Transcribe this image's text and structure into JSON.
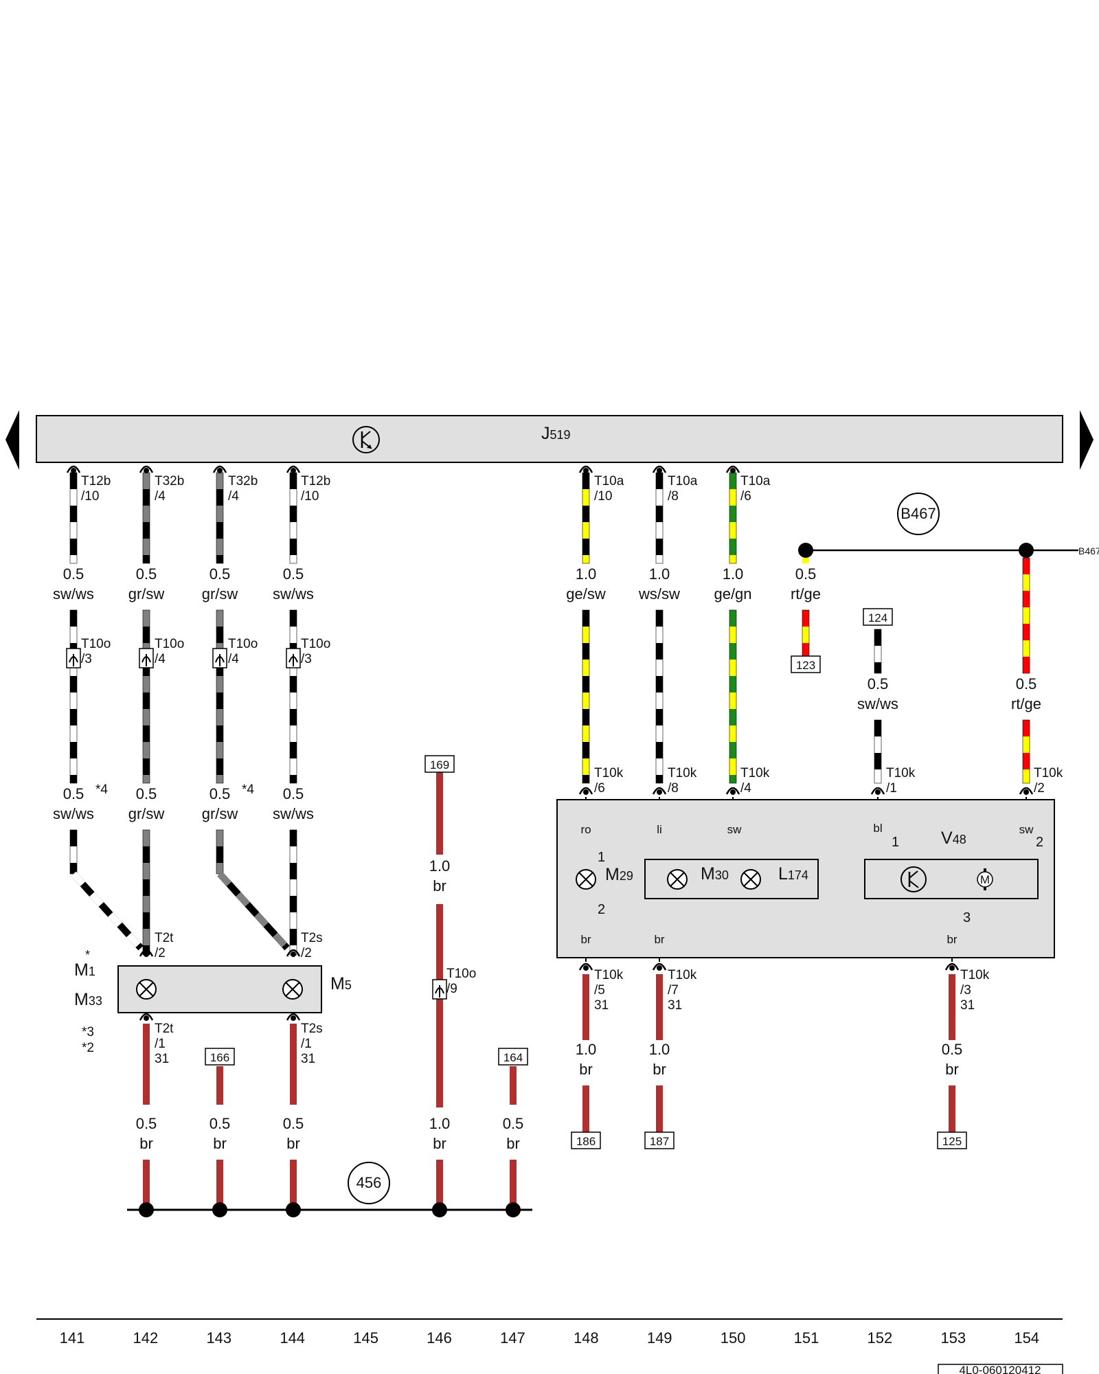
{
  "control_unit": {
    "name": "J",
    "sub": "519"
  },
  "components": {
    "m1": "M",
    "m1_sub": "1",
    "m1_star": "*",
    "m33": "M",
    "m33_sub": "33",
    "m5": "M",
    "m5_sub": "5",
    "m29": "M",
    "m29_sub": "29",
    "m30": "M",
    "m30_sub": "30",
    "l174": "L",
    "l174_sub": "174",
    "v48": "V",
    "v48_sub": "48",
    "motor": "M"
  },
  "notes": {
    "note3": "*3",
    "note2": "*2"
  },
  "circles": [
    "B467",
    "456"
  ],
  "b467_tag": "B467",
  "refs": [
    "123",
    "124",
    "169",
    "166",
    "164",
    "186",
    "187",
    "125"
  ],
  "doc_number": "4L0-060120412",
  "columns": [
    "141",
    "142",
    "143",
    "144",
    "145",
    "146",
    "147",
    "148",
    "149",
    "150",
    "151",
    "152",
    "153",
    "154"
  ],
  "connectors": {
    "c141a": [
      "T12b",
      "/10"
    ],
    "c142a": [
      "T32b",
      "/4"
    ],
    "c143a": [
      "T32b",
      "/4"
    ],
    "c144a": [
      "T12b",
      "/10"
    ],
    "c141b": [
      "T10o",
      "/3"
    ],
    "c142b": [
      "T10o",
      "/4"
    ],
    "c143b": [
      "T10o",
      "/4"
    ],
    "c144b": [
      "T10o",
      "/3"
    ],
    "c142c": [
      "T2t",
      "/2"
    ],
    "c144c": [
      "T2s",
      "/2"
    ],
    "c142d": [
      "T2t",
      "/1",
      "31"
    ],
    "c144d": [
      "T2s",
      "/1",
      "31"
    ],
    "c146": [
      "T10o",
      "/9"
    ],
    "c148a": [
      "T10a",
      "/10"
    ],
    "c149a": [
      "T10a",
      "/8"
    ],
    "c150a": [
      "T10a",
      "/6"
    ],
    "c148b": [
      "T10k",
      "/6"
    ],
    "c149b": [
      "T10k",
      "/8"
    ],
    "c150b": [
      "T10k",
      "/4"
    ],
    "c152b": [
      "T10k",
      "/1"
    ],
    "c154b": [
      "T10k",
      "/2"
    ],
    "c148c": [
      "T10k",
      "/5",
      "31"
    ],
    "c149c": [
      "T10k",
      "/7",
      "31"
    ],
    "c153c": [
      "T10k",
      "/3",
      "31"
    ]
  },
  "wire_labels": {
    "w141a": [
      "0.5",
      "sw/ws"
    ],
    "w142a": [
      "0.5",
      "gr/sw"
    ],
    "w143a": [
      "0.5",
      "gr/sw"
    ],
    "w144a": [
      "0.5",
      "sw/ws"
    ],
    "w141b": [
      "0.5",
      "sw/ws",
      "*4"
    ],
    "w142b": [
      "0.5",
      "gr/sw"
    ],
    "w143b": [
      "0.5",
      "gr/sw",
      "*4"
    ],
    "w144b": [
      "0.5",
      "sw/ws"
    ],
    "w148a": [
      "1.0",
      "ge/sw"
    ],
    "w149a": [
      "1.0",
      "ws/sw"
    ],
    "w150a": [
      "1.0",
      "ge/gn"
    ],
    "w151a": [
      "0.5",
      "rt/ge"
    ],
    "w152": [
      "0.5",
      "sw/ws"
    ],
    "w154": [
      "0.5",
      "rt/ge"
    ],
    "w146a": [
      "1.0",
      "br"
    ],
    "w142c": [
      "0.5",
      "br"
    ],
    "w143c": [
      "0.5",
      "br"
    ],
    "w144c": [
      "0.5",
      "br"
    ],
    "w146c": [
      "1.0",
      "br"
    ],
    "w147c": [
      "0.5",
      "br"
    ],
    "w148c": [
      "1.0",
      "br"
    ],
    "w149c": [
      "1.0",
      "br"
    ],
    "w153c": [
      "0.5",
      "br"
    ]
  },
  "pins": {
    "ro": "ro",
    "li": "li",
    "sw150": "sw",
    "bl": "bl",
    "sw154": "sw",
    "br148": "br",
    "br149": "br",
    "br153": "br",
    "p1a": "1",
    "p2a": "2",
    "p1b": "1",
    "p2b": "2",
    "p3": "3"
  },
  "colors": {
    "housing": "#e0e0e0",
    "black": "#000000",
    "grey": "#808080",
    "white": "#ffffff",
    "yellow": "#ffff00",
    "green": "#1a8a1a",
    "red": "#ff0000",
    "brown": "#b03030"
  }
}
